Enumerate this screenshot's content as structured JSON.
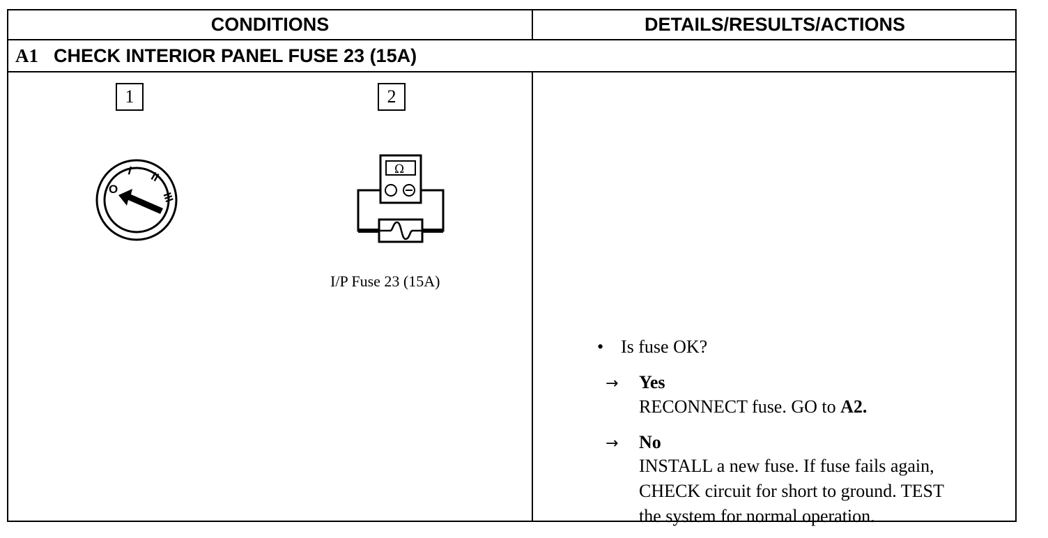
{
  "table": {
    "header_conditions": "CONDITIONS",
    "header_details": "DETAILS/RESULTS/ACTIONS",
    "step": {
      "id": "A1",
      "title": "CHECK INTERIOR PANEL FUSE 23 (15A)"
    },
    "conditions": {
      "step1_number": "1",
      "step2_number": "2",
      "ignition_icon": "ignition-switch-icon",
      "ignition_labels": [
        "O",
        "I",
        "II",
        "III"
      ],
      "ohmmeter_icon": "ohmmeter-icon",
      "ohmmeter_symbol": "Ω",
      "fuse_caption": "I/P Fuse 23 (15A)"
    },
    "details": {
      "question": "Is fuse OK?",
      "yes_label": "Yes",
      "yes_action_prefix": "RECONNECT fuse. GO to ",
      "yes_action_target": "A2.",
      "no_label": "No",
      "no_action_lines": [
        "INSTALL a new fuse. If fuse fails again,",
        "CHECK circuit for short to ground. TEST",
        "the system for normal operation."
      ]
    }
  }
}
